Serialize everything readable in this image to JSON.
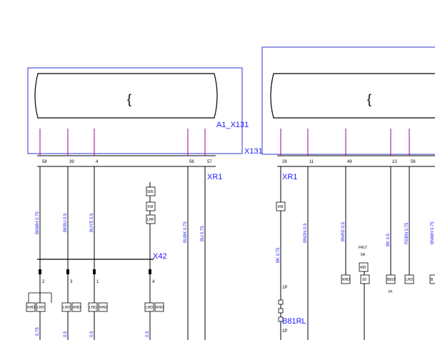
{
  "modules": {
    "left": {
      "name": "A1_X131",
      "bracket": "{",
      "connector": "X131"
    },
    "right": {
      "bracket": "{"
    }
  },
  "pins": {
    "p58": "58",
    "p39": "39",
    "p4": "4",
    "p56": "56",
    "p57": "57",
    "p29": "29",
    "p11": "11",
    "p49": "49",
    "p13": "13",
    "p56r": "56"
  },
  "connectors": {
    "xr1_left": "XR1",
    "xr1_right": "XR1",
    "x42": "X42"
  },
  "wires": {
    "w1": "BNWH 0.75",
    "w2": "BKBU 0.5",
    "w3": "BUYE 0.5",
    "w4": "BUBK 0.75",
    "w5": "BU 0.75",
    "w6": "BK 0.75",
    "w7": "BNGN 0.5",
    "w8": "BNRD 0.5",
    "w9": "BK 0.5",
    "w10": "RDBN 0.75",
    "w11": "BNWH 0.75",
    "w1b": "0.75",
    "w2b": "0.5",
    "w3b": "0.5",
    "w4b": "0.5"
  },
  "x42_pins": {
    "a": "2",
    "b": "3",
    "c": "1",
    "d": "4"
  },
  "tags": {
    "s05": "S05",
    "km": "KM",
    "lhp": "LHP",
    "rhd": "RHD",
    "lhd": "LHD",
    "km2": "KM",
    "b": "B",
    "frlt": "FRLT",
    "fa": "5A",
    "fa_val": "430",
    "b816": "B816",
    "ih": "IH",
    "s0": "S0"
  },
  "splice": {
    "top": "1P",
    "name": "B81RL",
    "bottom": "1P"
  }
}
